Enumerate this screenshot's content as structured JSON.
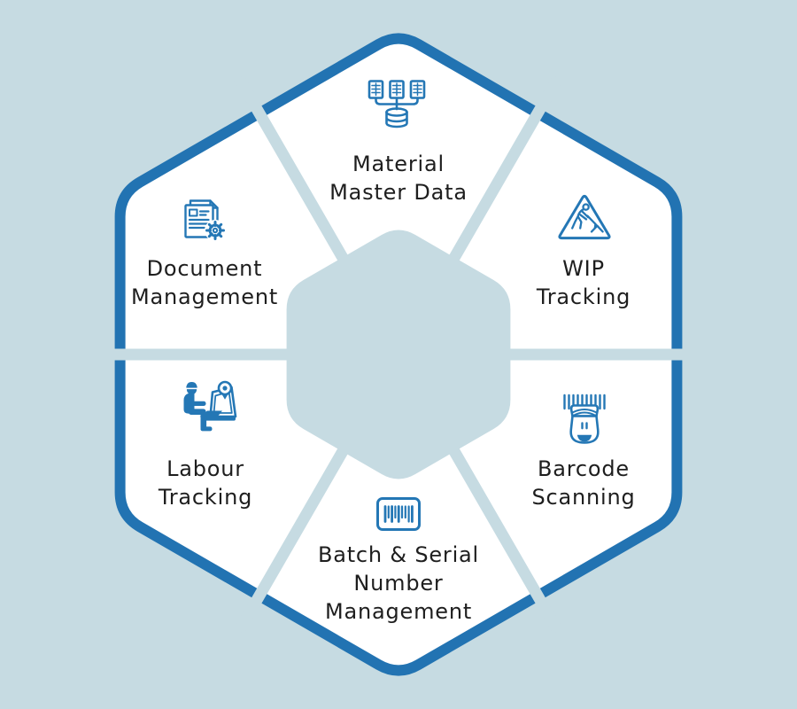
{
  "theme": {
    "bg": "#c6dbe2",
    "panel": "#ffffff",
    "border": "#2273b2",
    "icon": "#2477b5",
    "text": "#1e1e1e"
  },
  "diagram": {
    "shape": "hexagon",
    "segment_count": 6
  },
  "segments": [
    {
      "id": "material-master-data",
      "position": "top",
      "icon": "database-network-icon",
      "label_lines": [
        "Material",
        "Master Data"
      ]
    },
    {
      "id": "wip-tracking",
      "position": "upper-right",
      "icon": "man-at-work-icon",
      "label_lines": [
        "WIP",
        "Tracking"
      ]
    },
    {
      "id": "barcode-scanning",
      "position": "lower-right",
      "icon": "barcode-scanner-icon",
      "label_lines": [
        "Barcode",
        "Scanning"
      ]
    },
    {
      "id": "batch-serial-number-management",
      "position": "bottom",
      "icon": "barcode-icon",
      "label_lines": [
        "Batch & Serial",
        "Number",
        "Management"
      ]
    },
    {
      "id": "labour-tracking",
      "position": "lower-left",
      "icon": "worker-at-laptop-icon",
      "label_lines": [
        "Labour",
        "Tracking"
      ]
    },
    {
      "id": "document-management",
      "position": "upper-left",
      "icon": "document-gear-icon",
      "label_lines": [
        "Document",
        "Management"
      ]
    }
  ]
}
